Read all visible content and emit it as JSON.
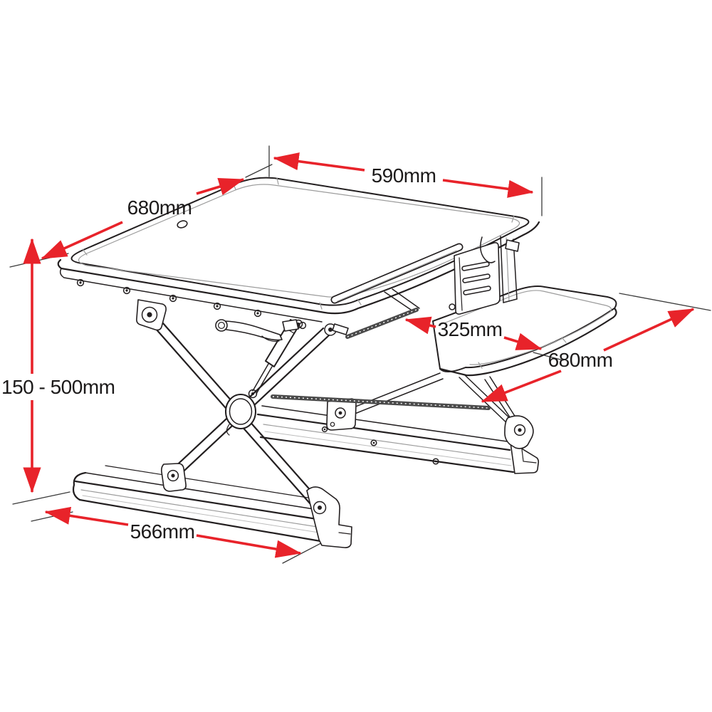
{
  "diagram": {
    "title": "Standing desk riser dimension drawing",
    "subject": "height-adjustable sit-stand desktop riser with keyboard tray, isometric line drawing",
    "colors": {
      "background": "#ffffff",
      "line_art": "#231f20",
      "dimension_red": "#e8232a",
      "shading_gray": "#9c9c9c"
    },
    "dimensions": {
      "top_width": {
        "label": "590mm"
      },
      "top_depth": {
        "label": "680mm"
      },
      "tray_depth": {
        "label": "325mm"
      },
      "tray_width": {
        "label": "680mm"
      },
      "height_range": {
        "label": "150 - 500mm"
      },
      "base_length": {
        "label": "566mm"
      }
    }
  }
}
